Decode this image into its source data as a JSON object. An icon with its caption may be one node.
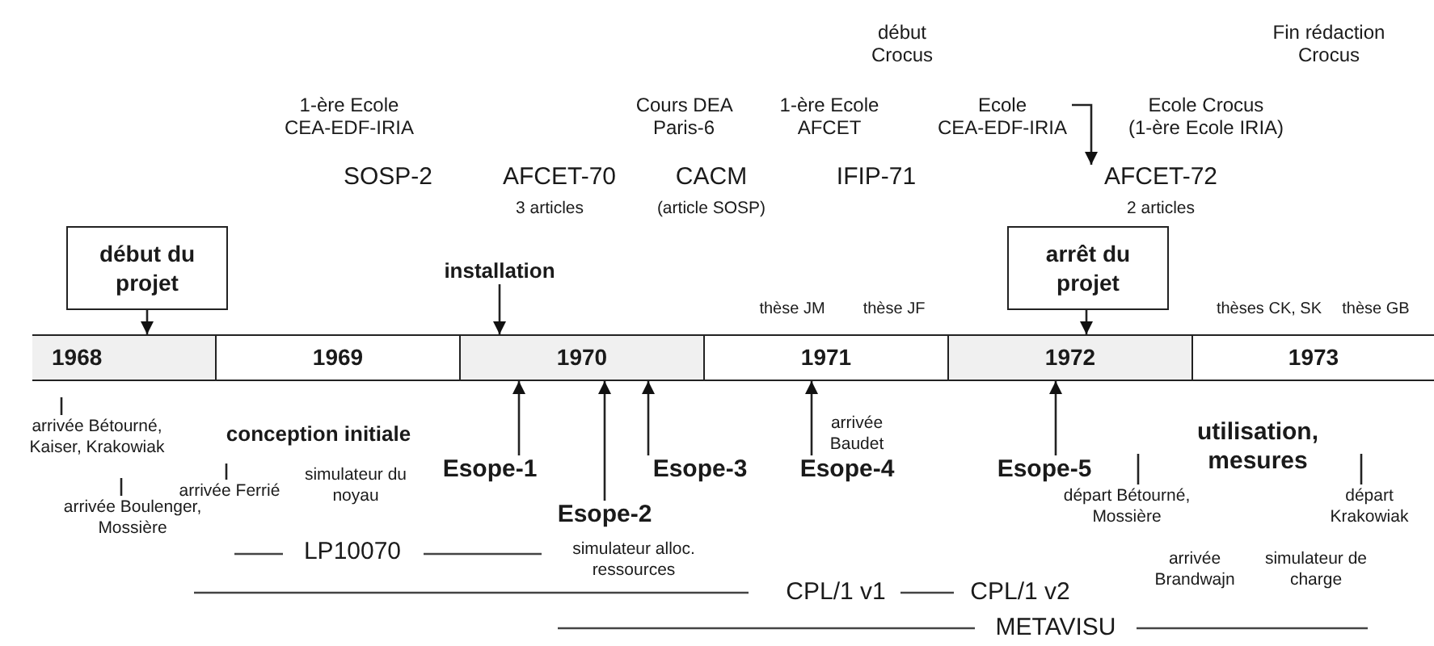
{
  "diagram": {
    "nodes": [
      {
        "text": [
          "Ecole CEA-EDF-IRIA"
        ]
      },
      {
        "text": [
          "début du projet"
        ]
      },
      {
        "text": [
          "installation"
        ]
      },
      {
        "text": [
          "arrêt du projet"
        ]
      },
      {
        "text": [
          "1968"
        ]
      },
      {
        "text": [
          "1969"
        ]
      },
      {
        "text": [
          "1970"
        ]
      },
      {
        "text": [
          "1971"
        ]
      },
      {
        "text": [
          "1972"
        ]
      },
      {
        "text": [
          "1973"
        ]
      },
      {
        "text": [
          "Esope-1"
        ]
      },
      {
        "text": [
          "Esope-2"
        ]
      },
      {
        "text": [
          "Esope-3"
        ]
      },
      {
        "text": [
          "Esope-4"
        ]
      },
      {
        "text": [
          "Esope-5"
        ]
      },
      {
        "text": [
          "arrivée Bétourné, Kaiser, Krakowiak"
        ]
      },
      {
        "text": [
          "arrivée Ferrié"
        ]
      },
      {
        "text": [
          "départ Bétourné, Mossière"
        ]
      },
      {
        "text": [
          "départ Krakowiak"
        ]
      },
      {
        "text": [
          "arrivée Boulenger, Mossière"
        ]
      },
      {
        "text": [
          "AFCET-72"
        ]
      }
    ],
    "edges": [
      {
        "from": 1,
        "to": 4,
        "arrow": "to"
      },
      {
        "from": 2,
        "to": 6,
        "arrow": "to"
      },
      {
        "from": 3,
        "to": 8,
        "arrow": "to"
      },
      {
        "from": 10,
        "to": 6,
        "arrow": "to"
      },
      {
        "from": 11,
        "to": 6,
        "arrow": "to"
      },
      {
        "from": 12,
        "to": 6,
        "arrow": "to"
      },
      {
        "from": 13,
        "to": 7,
        "arrow": "to"
      },
      {
        "from": 14,
        "to": 8,
        "arrow": "to"
      },
      {
        "from": 0,
        "to": 20,
        "arrow": "to"
      },
      {
        "from": 15,
        "to": null,
        "arrow": "none"
      },
      {
        "from": 16,
        "to": null,
        "arrow": "none"
      },
      {
        "from": 17,
        "to": null,
        "arrow": "none"
      },
      {
        "from": 18,
        "to": null,
        "arrow": "none"
      },
      {
        "from": 19,
        "to": null,
        "arrow": "none"
      }
    ],
    "labels": [
      "début Crocus",
      "Fin rédaction Crocus",
      "1-ère Ecole CEA-EDF-IRIA",
      "Cours DEA Paris-6",
      "1-ère Ecole AFCET",
      "Ecole Crocus (1-ère Ecole IRIA)",
      "SOSP-2",
      "AFCET-70",
      "CACM",
      "IFIP-71",
      "3 articles",
      "(article SOSP)",
      "2 articles",
      "thèse JM",
      "thèse JF",
      "thèses CK, SK",
      "thèse GB",
      "conception initiale",
      "arrivée Baudet",
      "utilisation, mesures",
      "simulateur du noyau",
      "LP10070",
      "simulateur alloc. ressources",
      "arrivée Brandwajn",
      "simulateur de charge",
      "CPL/1 v1",
      "CPL/1 v2",
      "METAVISU"
    ]
  }
}
